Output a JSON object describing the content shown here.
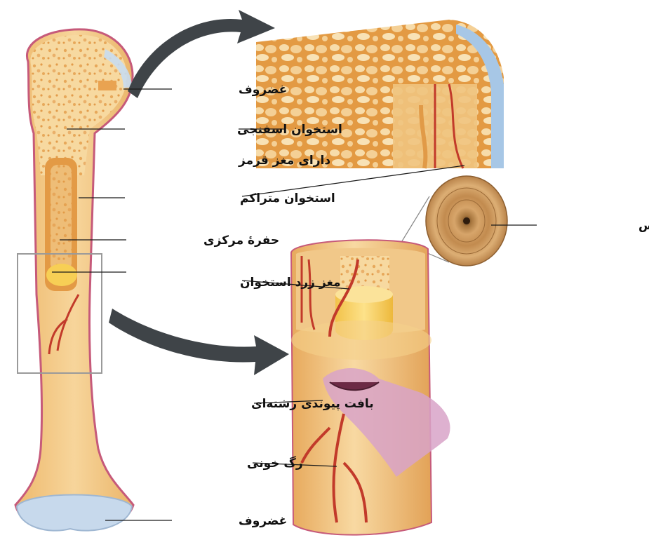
{
  "labels": {
    "cartilage_top": "غضروف",
    "spongy_bone": "استخوان اسفنجی",
    "red_marrow": "دارای مغز قرمز",
    "compact_bone": "استخوان متراکم",
    "haversian_system": "سیستم هاورس",
    "medullary_cavity": "حفرهٔ مرکزی",
    "yellow_marrow": "مغز زرد استخوان",
    "connective_tissue": "بافت پیوندی رشته‌ای",
    "blood_vessel": "رگ خونی",
    "cartilage_bottom": "غضروف"
  },
  "colors": {
    "bone": "#f3c987",
    "bone_light": "#f8dca6",
    "bone_dark": "#e0a55c",
    "spongy": "#f6d59a",
    "marrow_red": "#e9a245",
    "marrow_yellow": "#f7d25a",
    "cartilage": "#b9cfe6",
    "periosteum": "#c65a7a",
    "vessel": "#c23a2a",
    "connective": "#d8a3c8",
    "arrow": "#3f4448",
    "frame": "#9a9a9a"
  }
}
